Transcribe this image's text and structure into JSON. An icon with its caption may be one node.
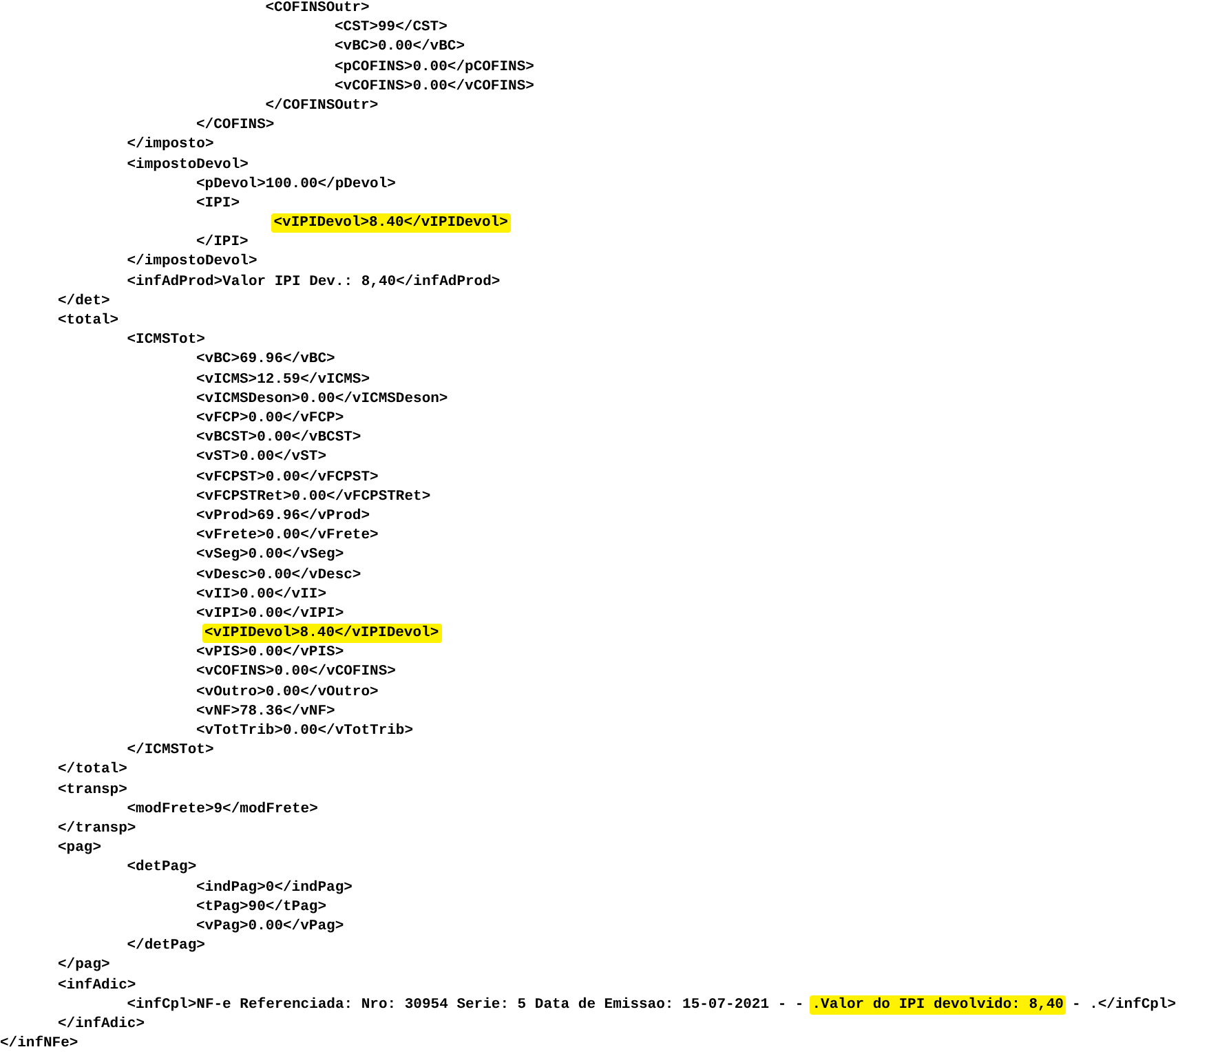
{
  "diagram": {
    "nodes": [
      {
        "text": [
          "<vIPIDevol>8.40</vIPIDevol>"
        ]
      },
      {
        "text": [
          "<vIPIDevol>8.40</vIPIDevol>"
        ]
      },
      {
        "text": [
          ".Valor do IPI devolvido: 8,40"
        ]
      }
    ],
    "labels": [
      "<COFINSOutr>",
      "<CST>99</CST>",
      "<vBC>0.00</vBC>",
      "<pCOFINS>0.00</pCOFINS>",
      "<vCOFINS>0.00</vCOFINS>",
      "</COFINSOutr>",
      "</COFINS>",
      "</imposto>",
      "<impostoDevol>",
      "<pDevol>100.00</pDevol>",
      "<IPI>",
      "</IPI>",
      "</impostoDevol>",
      "<infAdProd>Valor IPI Dev.: 8,40</infAdProd>",
      "</det>",
      "<total>",
      "<ICMSTot>",
      "<vBC>69.96</vBC>",
      "<vICMS>12.59</vICMS>",
      "<vICMSDeson>0.00</vICMSDeson>",
      "<vFCP>0.00</vFCP>",
      "<vBCST>0.00</vBCST>",
      "<vST>0.00</vST>",
      "<vFCPST>0.00</vFCPST>",
      "<vFCPSTRet>0.00</vFCPSTRet>",
      "<vProd>69.96</vProd>",
      "<vFrete>0.00</vFrete>",
      "<vSeg>0.00</vSeg>",
      "<vDesc>0.00</vDesc>",
      "<vII>0.00</vII>",
      "<vIPI>0.00</vIPI>",
      "<vPIS>0.00</vPIS>",
      "<vCOFINS>0.00</vCOFINS>",
      "<vOutro>0.00</vOutro>",
      "<vNF>78.36</vNF>",
      "<vTotTrib>0.00</vTotTrib>",
      "</ICMSTot>",
      "</total>",
      "<transp>",
      "<modFrete>9</modFrete>",
      "</transp>",
      "<pag>",
      "<detPag>",
      "<indPag>0</indPag>",
      "<tPag>90</tPag>",
      "<vPag>0.00</vPag>",
      "</detPag>",
      "</pag>",
      "<infAdic>",
      "<infCpl>NF-e Referenciada: Nro: 30954 Serie: 5 Data de Emissao: 15-07-2021 - -",
      "- .</infCpl>",
      "</infAdic>",
      "</infNFe>"
    ]
  }
}
